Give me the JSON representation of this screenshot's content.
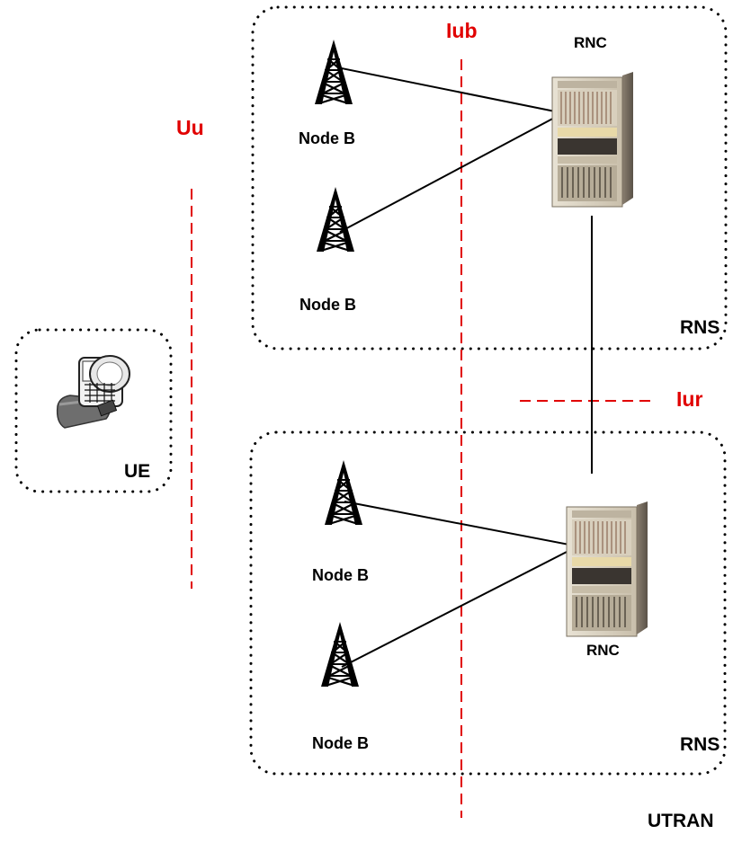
{
  "labels": {
    "uu": "Uu",
    "iub": "Iub",
    "iur": "Iur",
    "ue": "UE",
    "rnc_top": "RNC",
    "rnc_bottom": "RNC",
    "rns_top": "RNS",
    "rns_bottom": "RNS",
    "node_b_1": "Node B",
    "node_b_2": "Node B",
    "node_b_3": "Node B",
    "node_b_4": "Node B",
    "utran": "UTRAN"
  },
  "colors": {
    "interface_line": "#e10000",
    "link_line": "#000000",
    "boundary": "#000000"
  },
  "icons": {
    "base_station": "antenna-tower-icon",
    "controller": "server-rack-icon",
    "terminal": "mobile-phone-icon"
  }
}
